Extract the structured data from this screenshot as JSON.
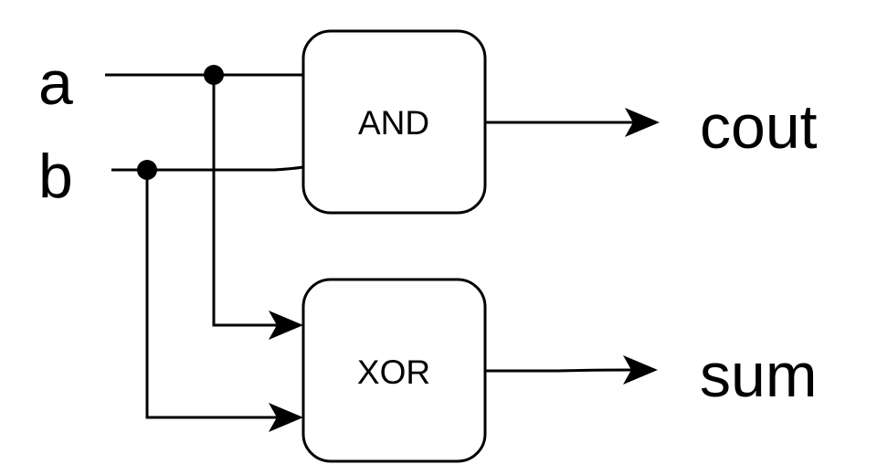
{
  "inputs": {
    "a": "a",
    "b": "b"
  },
  "gates": {
    "and": "AND",
    "xor": "XOR"
  },
  "outputs": {
    "cout": "cout",
    "sum": "sum"
  }
}
